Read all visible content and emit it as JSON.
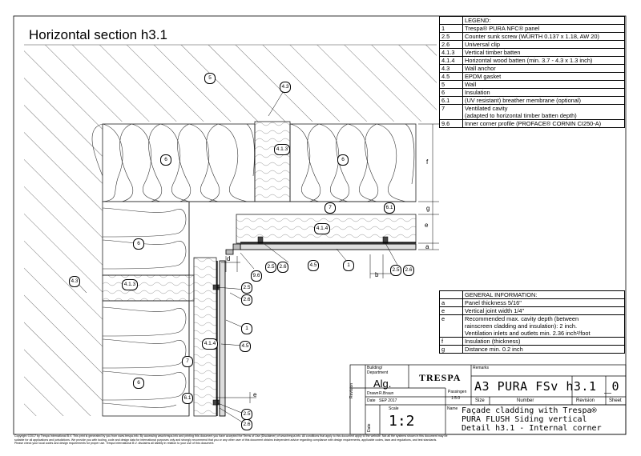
{
  "title": "Horizontal section h3.1",
  "legend": {
    "heading": "LEGEND:",
    "items": [
      {
        "code": "1",
        "text": "Trespa® PURA NFC® panel"
      },
      {
        "code": "2.5",
        "text": "Counter sunk screw (WÜRTH 0.137 x 1.18, AW 20)"
      },
      {
        "code": "2.6",
        "text": "Universal clip"
      },
      {
        "code": "4.1.3",
        "text": "Vertical timber batten"
      },
      {
        "code": "4.1.4",
        "text": "Horizontal wood batten (min. 3.7 - 4.3 x 1.3 inch)"
      },
      {
        "code": "4.3",
        "text": "Wall anchor"
      },
      {
        "code": "4.5",
        "text": "EPDM gasket"
      },
      {
        "code": "5",
        "text": "Wall"
      },
      {
        "code": "6",
        "text": "Insulation"
      },
      {
        "code": "6.1",
        "text": "(UV resistant) breather membrane (optional)"
      },
      {
        "code": "7",
        "text": "Ventilated cavity",
        "text2": "(adapted to horizontal timber batten depth)"
      },
      {
        "code": "9.6",
        "text": "Inner corner profile (PROFACE® CORNIN CI250-A)"
      }
    ]
  },
  "general": {
    "heading": "GENERAL INFORMATION:",
    "items": [
      {
        "code": "a",
        "text": "Panel thickness 5/16\""
      },
      {
        "code": "e",
        "text": "Vertical joint width 1/4\""
      },
      {
        "code": "e",
        "text": "Recommended max. cavity depth (between",
        "text2": "rainscreen cladding and insulation): 2 inch.",
        "text3": "Ventilation inlets and outlets min. 2.36 inch²/foot"
      },
      {
        "code": "f",
        "text": "Insulation (thickness)"
      },
      {
        "code": "g",
        "text": "Distance min. 0.2 inch"
      }
    ]
  },
  "drawing": {
    "dims": {
      "f": "f",
      "e1": "e",
      "g": "g",
      "a": "a",
      "b": "b",
      "d": "d",
      "e2": "e"
    },
    "callouts": {
      "wall_top": "5",
      "anchor_top": "4.3",
      "anchor_left": "4.3",
      "ins_left_top": "6",
      "ins_right_top": "6",
      "ins_left_mid": "6",
      "ins_left_bot": "6",
      "batten_vert_top": "4.1.3",
      "batten_vert_left": "4.1.3",
      "cavity_top": "7",
      "membrane_top": "6.1",
      "wood_top": "4.1.4",
      "screw_a": "2.5",
      "clip_a": "2.6",
      "gasket_top": "4.5",
      "panel_top": "1",
      "screw_b": "2.5",
      "clip_b": "2.6",
      "corner_profile": "9.6",
      "screw_c": "2.5",
      "clip_c": "2.6",
      "panel_left": "1",
      "gasket_left": "4.5",
      "wood_left": "4.1.4",
      "cavity_left": "7",
      "membrane_left": "6.1",
      "screw_d": "2.5",
      "clip_d": "2.6"
    }
  },
  "titleblock": {
    "building_label": "Building/",
    "department_label": "Department",
    "dept_value": "Alg.",
    "brand": "TRESPA",
    "remarks_label": "Remarks",
    "code": "A3 PURA FSv h3.1 _0",
    "size_label": "Size",
    "number_label": "Number",
    "revision_label": "Revision",
    "sheet_label": "Sheet",
    "revision_side": "Revision",
    "drawn_label": "Drawn",
    "drawn_value": "R.Braun",
    "date_label": "Date",
    "date_value": "SEP 2017",
    "passingen_label": "Passingen",
    "passingen_value": "1:5.0",
    "name_label": "Name",
    "name_line1": "Façade cladding with Trespa®",
    "name_line2": "PURA FLUSH Siding vertical",
    "name_line3": "Detail h3.1 - Internal corner",
    "scale_label": "Scale",
    "scale_value": "1:2",
    "date_side": "Date"
  },
  "disclaimer_line1": "Copyright ©2017 by Trespa International B.V. This print is generated by you from www.trespa.info. By accessing www.trespa.info and printing this document you have accepted the Terms of Use (Disclaimer) of www.trespa.info. All conditions that apply to this document apply to the website. Not all the systems shown in this document may be",
  "disclaimer_line2": "suitable for all applications and jurisdictions. We provide you with tooling, code and design data for international purposes only and strongly recommend that you or any other user of this document obtains independent advice regarding compliance with design requirements, applicable codes, laws and regulations, and test standards.",
  "disclaimer_line3": "Please check your local codes and design requirements for proper use. Trespa International B.V. disclaims all liability in relation to your use of this document."
}
